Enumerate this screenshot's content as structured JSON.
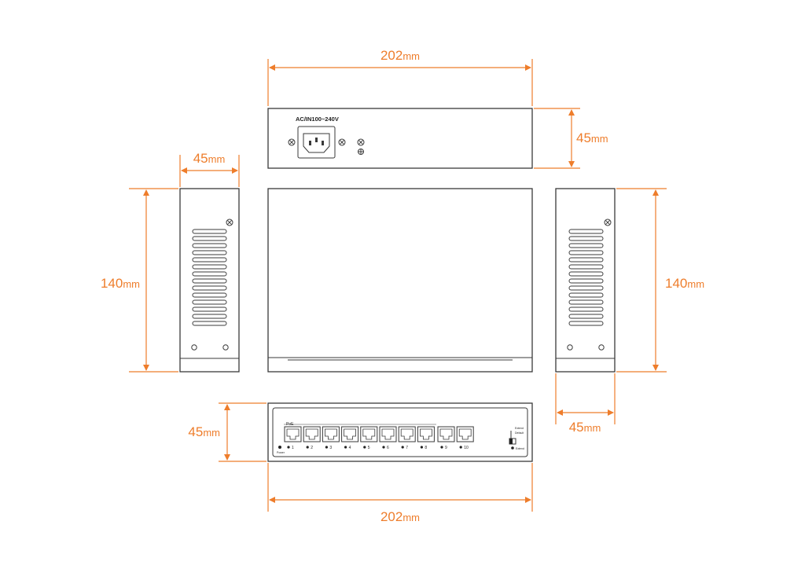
{
  "colors": {
    "dimension": "#ee7d2b",
    "outline": "#3a3a3a"
  },
  "dimensions": {
    "top_width": {
      "value": "202",
      "unit": "mm"
    },
    "rear_height": {
      "value": "45",
      "unit": "mm"
    },
    "left_width": {
      "value": "45",
      "unit": "mm"
    },
    "left_depth": {
      "value": "140",
      "unit": "mm"
    },
    "right_depth": {
      "value": "140",
      "unit": "mm"
    },
    "right_width": {
      "value": "45",
      "unit": "mm"
    },
    "front_height": {
      "value": "45",
      "unit": "mm"
    },
    "bottom_width": {
      "value": "202",
      "unit": "mm"
    }
  },
  "rear_panel": {
    "power_label": "AC/IN100~240V"
  },
  "front_panel": {
    "poe_label": "PoE",
    "power_led_label": "Power",
    "port_labels": [
      "1",
      "2",
      "3",
      "4",
      "5",
      "6",
      "7",
      "8",
      "9",
      "10"
    ],
    "switch_labels": [
      "Extend",
      "Default"
    ],
    "extend_led_label": "Extend"
  },
  "icons": [
    "screw-icon",
    "ground-icon",
    "power-socket-icon",
    "rj45-port-icon",
    "vent-slot-icon"
  ]
}
